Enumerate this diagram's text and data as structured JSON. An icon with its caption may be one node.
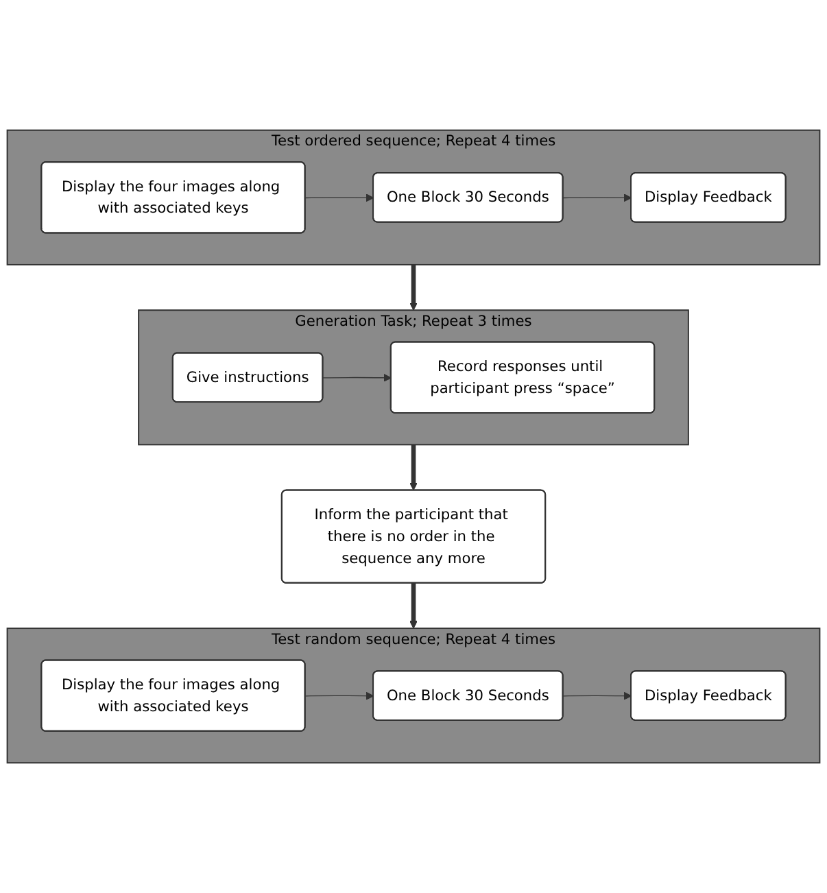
{
  "diagram": {
    "nodes": [
      {
        "text": [
          "Test ordered sequence; Repeat 4 times"
        ]
      },
      {
        "text": [
          "Display the four images along with associated keys"
        ],
        "in": 0
      },
      {
        "text": [
          "One Block 30 Seconds"
        ],
        "in": 0
      },
      {
        "text": [
          "Display Feedback"
        ],
        "in": 0
      },
      {
        "text": [
          "Generation Task; Repeat 3 times"
        ]
      },
      {
        "text": [
          "Give instructions"
        ],
        "in": 4
      },
      {
        "text": [
          "Record responses until participant press “space”"
        ],
        "in": 4
      },
      {
        "text": [
          "Inform the participant that there is no order in the sequence any more"
        ]
      },
      {
        "text": [
          "Test random sequence; Repeat 4 times"
        ]
      },
      {
        "text": [
          "Display the four images along with associated keys"
        ],
        "in": 8
      },
      {
        "text": [
          "One Block 30 Seconds"
        ],
        "in": 8
      },
      {
        "text": [
          "Display Feedback"
        ],
        "in": 8
      }
    ],
    "edges": [
      {
        "from": 1,
        "to": 2,
        "arrow": "to"
      },
      {
        "from": 2,
        "to": 3,
        "arrow": "to"
      },
      {
        "from": 0,
        "to": 4,
        "arrow": "to",
        "style": "thick"
      },
      {
        "from": 5,
        "to": 6,
        "arrow": "to"
      },
      {
        "from": 4,
        "to": 7,
        "arrow": "to",
        "style": "thick"
      },
      {
        "from": 7,
        "to": 8,
        "arrow": "to",
        "style": "thick"
      },
      {
        "from": 9,
        "to": 10,
        "arrow": "to"
      },
      {
        "from": 10,
        "to": 11,
        "arrow": "to"
      }
    ]
  }
}
